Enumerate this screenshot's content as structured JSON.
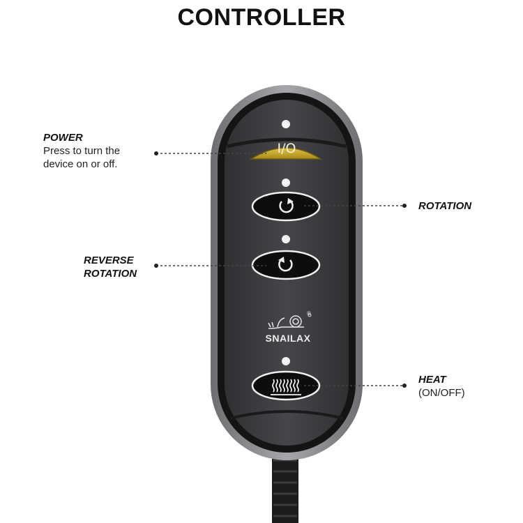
{
  "title": "CONTROLLER",
  "labels": {
    "power": {
      "heading": "POWER",
      "line1": "Press to turn the",
      "line2": "device on or off."
    },
    "rotation": {
      "heading": "ROTATION"
    },
    "reverse": {
      "line1": "REVERSE",
      "line2": "ROTATION"
    },
    "heat": {
      "heading": "HEAT",
      "sub": "(ON/OFF)"
    }
  },
  "device": {
    "power_button_label": "I/O",
    "brand": "SNAILAX",
    "registered_mark": "®"
  },
  "colors": {
    "body": "#3a3b3d",
    "rim": "#8f9194",
    "power_button": "#c9a928",
    "buttons": "#0f0f10",
    "indicator_led": "#f2f2f2"
  },
  "icons": {
    "rotation": "rotate-clockwise-icon",
    "reverse": "rotate-counterclockwise-icon",
    "heat": "heat-waves-icon",
    "logo": "snail-logo-icon"
  }
}
